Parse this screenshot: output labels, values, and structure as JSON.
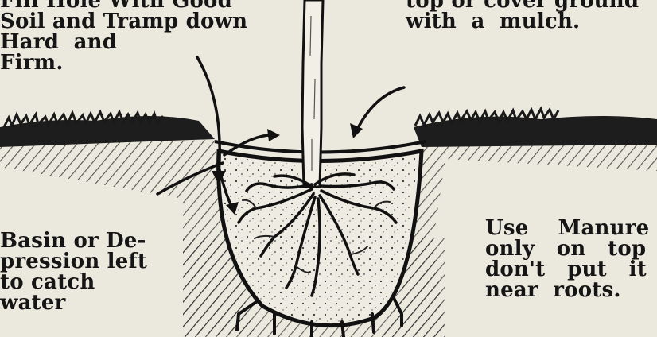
{
  "labels": {
    "fill_hole": "Fill Hole With Good\nSoil and Tramp down\nHard  and\nFirm.",
    "mulch": "top or cover ground\nwith  a  mulch.",
    "basin": "Basin or De-\npression left\nto catch\nwater",
    "manure": "Use    Manure\nonly   on   top\ndon't   put   it\nnear  roots."
  },
  "colors": {
    "ink": "#151515",
    "paper": "#ebe8de"
  }
}
